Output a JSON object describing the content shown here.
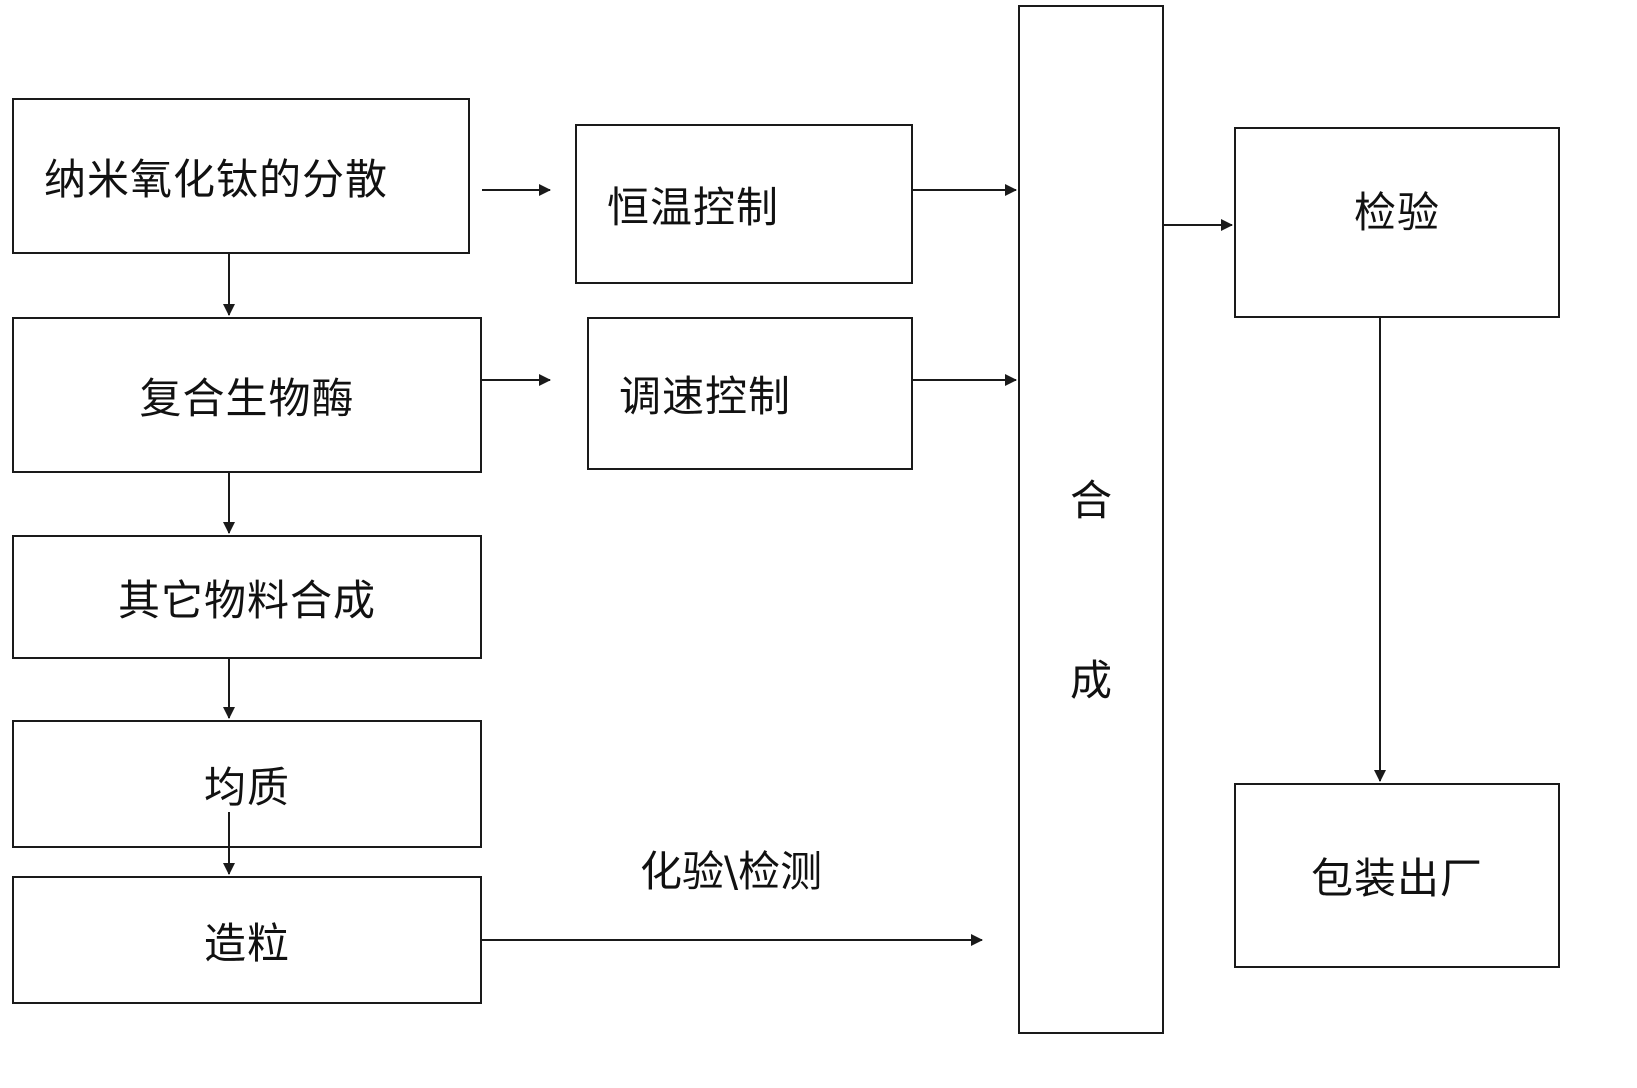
{
  "nodes": {
    "dispersion": "纳米氧化钛的分散",
    "compound_enzyme": "复合生物酶",
    "other_materials": "其它物料合成",
    "homogenize": "均质",
    "granulate": "造粒",
    "temp_control": "恒温控制",
    "speed_control": "调速控制",
    "synthesis": [
      "合",
      "成"
    ],
    "inspection": "检验",
    "packaging": "包装出厂"
  },
  "edge_labels": {
    "lab_test": "化验\\检测"
  },
  "edges": [
    {
      "from": "dispersion",
      "to": "compound_enzyme"
    },
    {
      "from": "compound_enzyme",
      "to": "other_materials"
    },
    {
      "from": "other_materials",
      "to": "homogenize"
    },
    {
      "from": "homogenize",
      "to": "granulate"
    },
    {
      "from": "dispersion",
      "to": "temp_control"
    },
    {
      "from": "compound_enzyme",
      "to": "speed_control"
    },
    {
      "from": "temp_control",
      "to": "synthesis"
    },
    {
      "from": "speed_control",
      "to": "synthesis"
    },
    {
      "from": "granulate",
      "to": "synthesis",
      "label": "化验\\检测"
    },
    {
      "from": "synthesis",
      "to": "inspection"
    },
    {
      "from": "inspection",
      "to": "packaging"
    }
  ],
  "colors": {
    "line": "#1a1a1a",
    "text": "#111111",
    "background": "#ffffff"
  }
}
